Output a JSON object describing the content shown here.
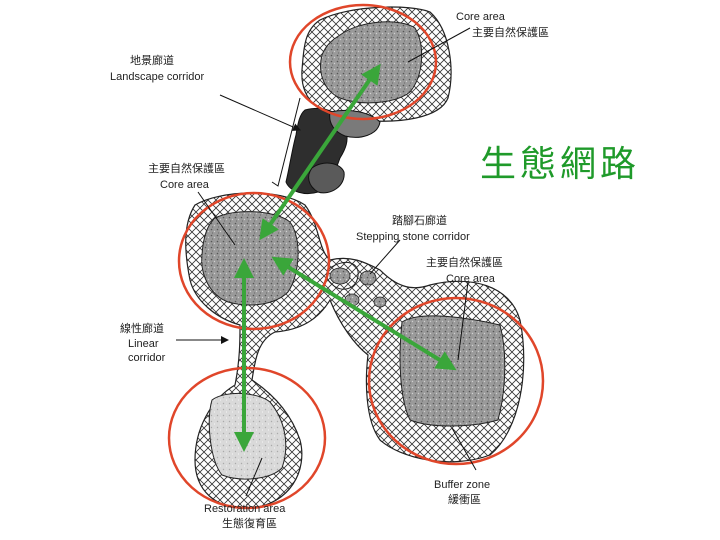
{
  "title": "生態網路",
  "labels": {
    "core_top_en": "Core area",
    "core_top_zh": "主要自然保護區",
    "landscape_zh": "地景廊道",
    "landscape_en": "Landscape corridor",
    "core_mid_zh": "主要自然保護區",
    "core_mid_en": "Core area",
    "stepping_zh": "踏腳石廊道",
    "stepping_en": "Stepping stone corridor",
    "core_right_zh": "主要自然保護區",
    "core_right_en": "Core area",
    "linear_zh": "線性廊道",
    "linear_en_1": "Linear",
    "linear_en_2": "corridor",
    "buffer_en": "Buffer zone",
    "buffer_zh": "緩衝區",
    "restoration_en": "Restoration area",
    "restoration_zh": "生態復育區"
  },
  "colors": {
    "title": "#1f9a2a",
    "arrow": "#3aa63a",
    "circle": "#e0462a",
    "core_fill": "#9a9a9a",
    "corridor_fill": "#444444"
  }
}
